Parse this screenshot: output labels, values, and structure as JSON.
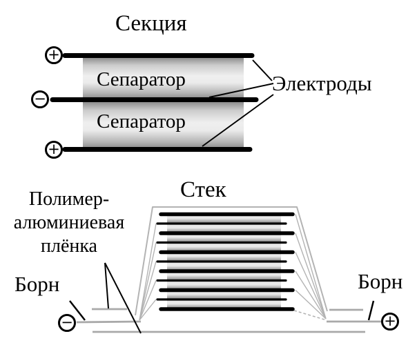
{
  "section": {
    "title": "Секция",
    "separator_top_label": "Сепаратор",
    "separator_bottom_label": "Сепаратор",
    "electrodes_label": "Электроды",
    "terminals": [
      {
        "name": "plus",
        "symbol": "+"
      },
      {
        "name": "minus",
        "symbol": "−"
      },
      {
        "name": "plus",
        "symbol": "+"
      }
    ]
  },
  "stack": {
    "title": "Стек",
    "film_label_lines": [
      "Полимер-",
      "алюминиевая",
      "плёнка"
    ],
    "terminal_label_left": "Борн",
    "terminal_label_right": "Борн",
    "terminals": [
      {
        "name": "minus",
        "symbol": "−"
      },
      {
        "name": "plus",
        "symbol": "+"
      }
    ]
  },
  "colors": {
    "electrode": "#000000",
    "film_line": "#a9a9a9",
    "outline": "#b3b3b3",
    "separator_dark": "#909090",
    "separator_light": "#efefef",
    "background": "#ffffff"
  }
}
